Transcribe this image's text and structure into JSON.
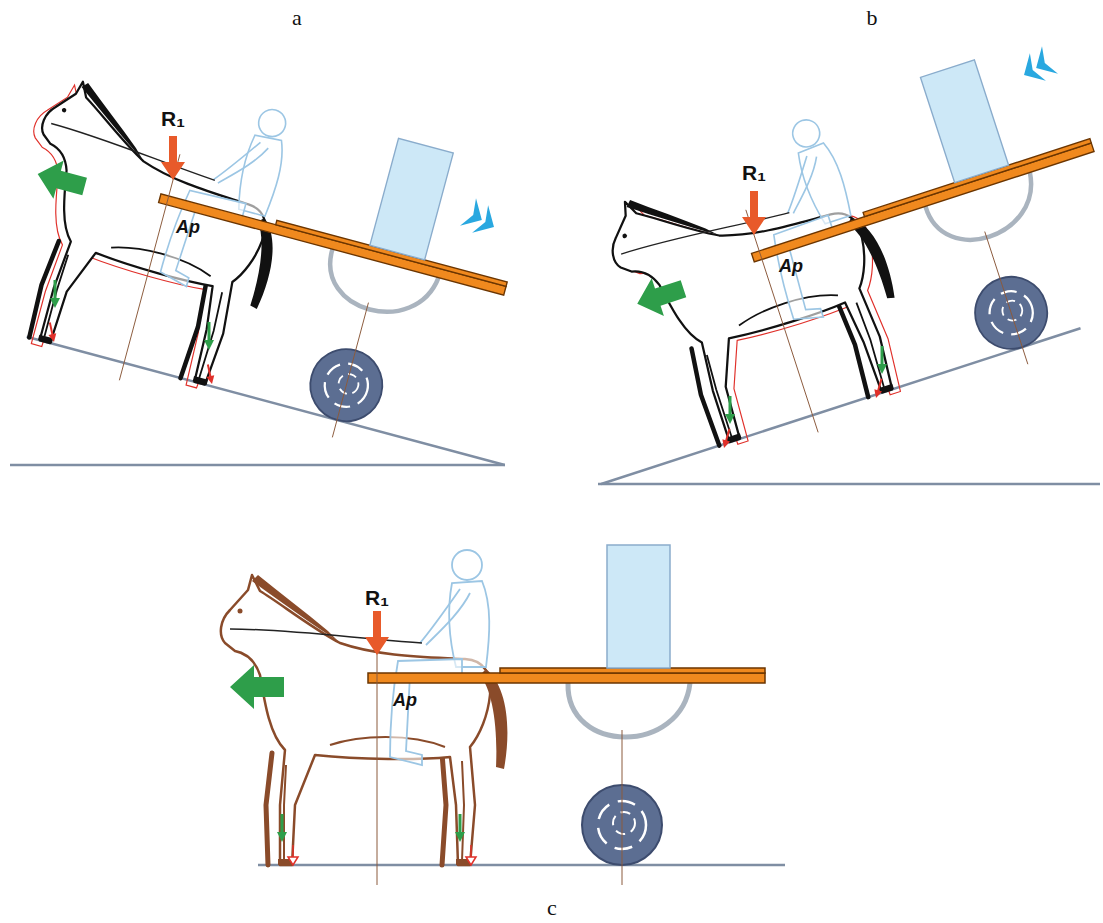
{
  "diagram": {
    "labels": [
      "a",
      "b",
      "R₁",
      "Ap",
      "R₁",
      "Ap",
      "R₁",
      "Ap",
      "c"
    ]
  }
}
